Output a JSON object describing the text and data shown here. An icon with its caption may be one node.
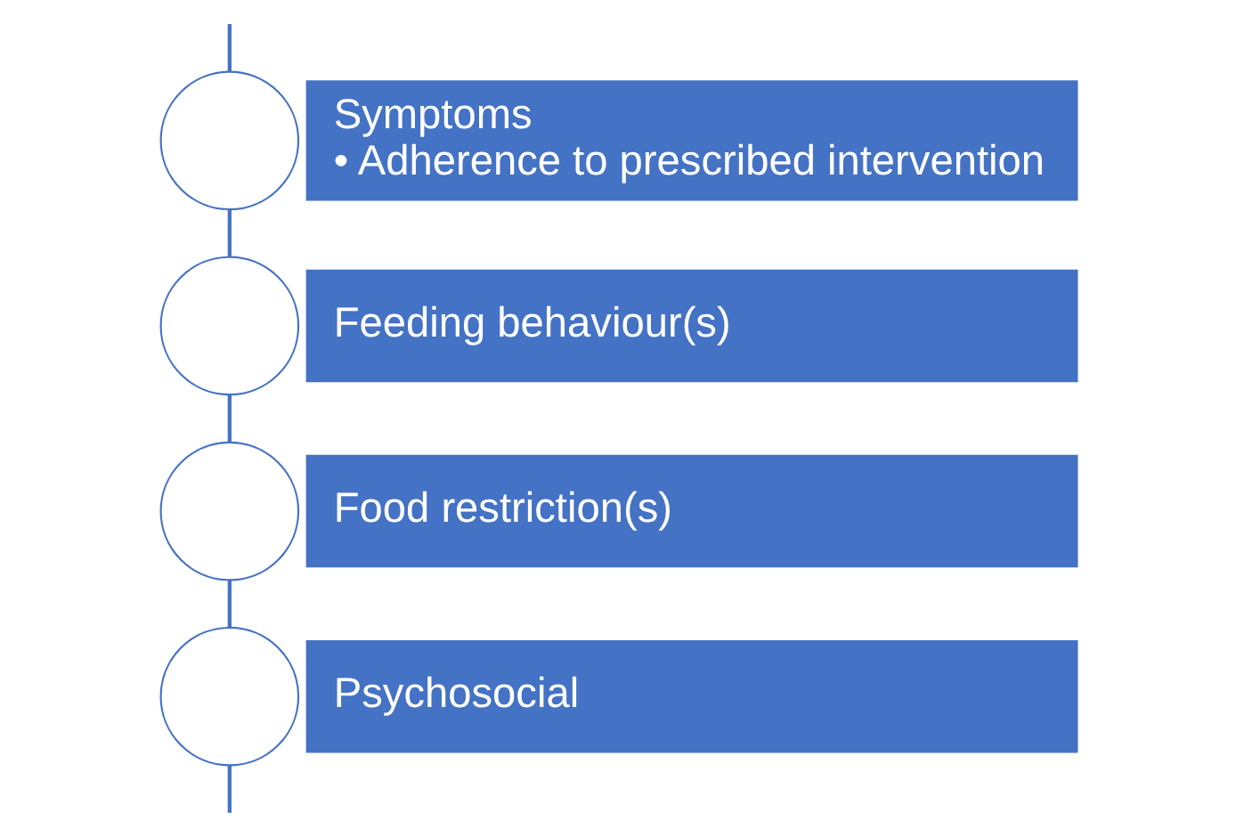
{
  "diagram": {
    "nodes": [
      {
        "text": [],
        "shape": "circle"
      },
      {
        "text": [
          "Symptoms",
          "• Adherence to prescribed intervention"
        ]
      },
      {
        "text": [],
        "shape": "circle"
      },
      {
        "text": [
          "Feeding behaviour(s)"
        ]
      },
      {
        "text": [],
        "shape": "circle"
      },
      {
        "text": [
          "Food restriction(s)"
        ]
      },
      {
        "text": [],
        "shape": "circle"
      },
      {
        "text": [
          "Psychosocial"
        ]
      }
    ],
    "edges": [
      {
        "from": null,
        "to": 0,
        "arrow": "none"
      },
      {
        "from": 0,
        "to": 2,
        "arrow": "none"
      },
      {
        "from": 2,
        "to": 4,
        "arrow": "none"
      },
      {
        "from": 4,
        "to": 6,
        "arrow": "none"
      },
      {
        "from": 6,
        "to": null,
        "arrow": "none"
      }
    ]
  }
}
